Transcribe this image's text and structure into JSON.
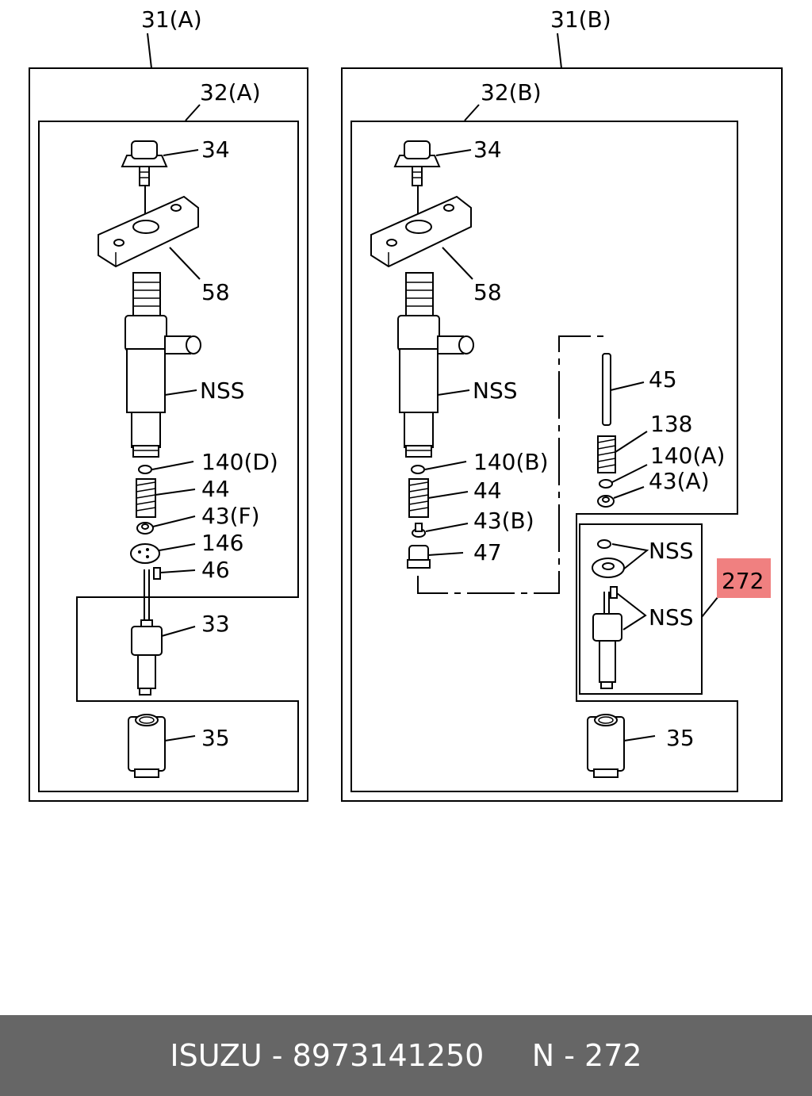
{
  "diagram": {
    "assembly_a": {
      "main_label": "31(A)",
      "sub_label": "32(A)",
      "parts": {
        "p34": "34",
        "p58": "58",
        "nss": "NSS",
        "p140d": "140(D)",
        "p44": "44",
        "p43f": "43(F)",
        "p146": "146",
        "p46": "46",
        "p33": "33",
        "p35": "35"
      }
    },
    "assembly_b": {
      "main_label": "31(B)",
      "sub_label": "32(B)",
      "parts": {
        "p34": "34",
        "p58": "58",
        "nss": "NSS",
        "p140b": "140(B)",
        "p44": "44",
        "p43b": "43(B)",
        "p47": "47",
        "p45": "45",
        "p138": "138",
        "p140a": "140(A)",
        "p43a": "43(A)",
        "nss_kit_1": "NSS",
        "nss_kit_2": "NSS",
        "p35": "35"
      },
      "highlight_label": "272",
      "highlight_color": "#f08080"
    }
  },
  "footer": {
    "text": "ISUZU - 8973141250     N - 272"
  }
}
